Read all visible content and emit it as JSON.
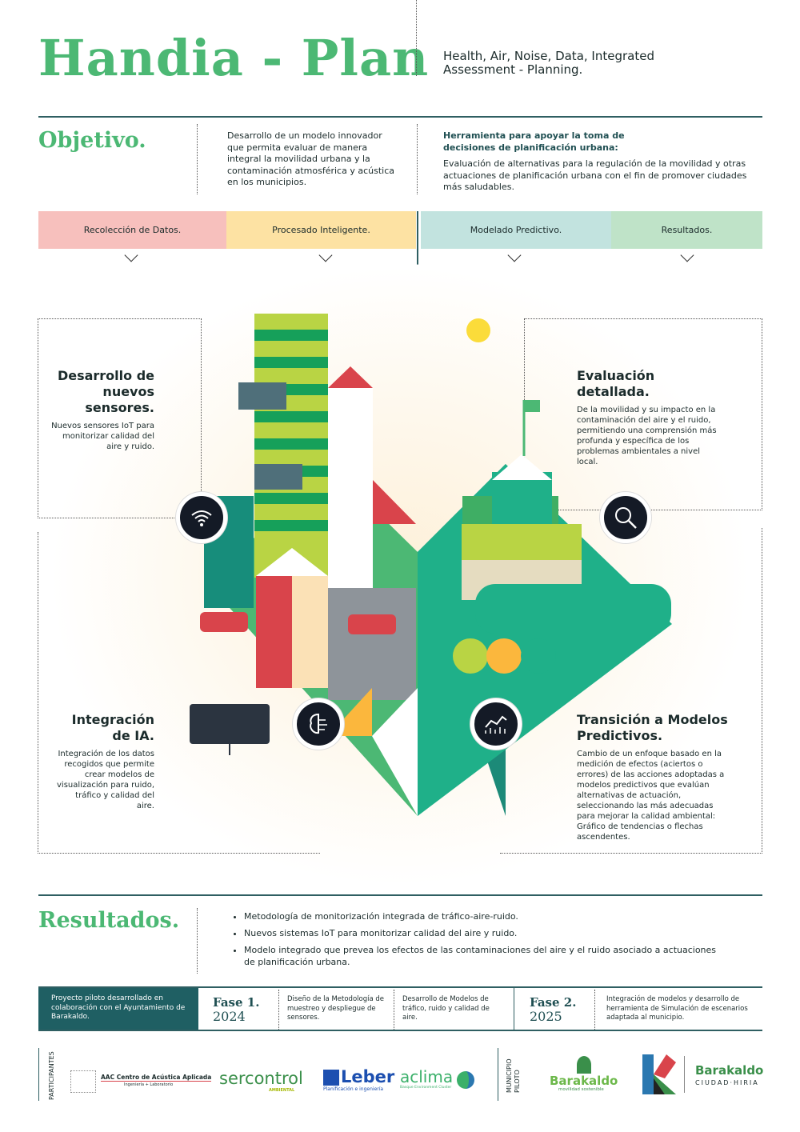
{
  "header": {
    "title": "Handia - Plan",
    "subtitle_line1": "Health, Air, Noise, Data, Integrated",
    "subtitle_line2": "Assessment - Planning."
  },
  "objetivo": {
    "heading": "Objetivo.",
    "text": "Desarrollo de un modelo innovador que permita evaluar de manera integral la movilidad urbana y la contaminación atmosférica y acústica en los municipios.",
    "tool_title": "Herramienta para apoyar la toma de decisiones de planificación urbana:",
    "tool_text": "Evaluación de alternativas para la regulación de la movilidad y otras actuaciones de planificación urbana con el fin de promover ciudades más saludables."
  },
  "phases": [
    {
      "label": "Recolección de Datos.",
      "color": "#f7c0bd"
    },
    {
      "label": "Procesado Inteligente.",
      "color": "#fde2a3"
    },
    {
      "label": "Modelado Predictivo.",
      "color": "#c2e3df"
    },
    {
      "label": "Resultados.",
      "color": "#bfe3c8"
    }
  ],
  "boxes": {
    "sensores": {
      "title": "Desarrollo de nuevos sensores.",
      "text": "Nuevos sensores IoT para monitorizar calidad del aire y ruido."
    },
    "evaluacion": {
      "title": "Evaluación detallada.",
      "text": "De la movilidad y su impacto en la contaminación del aire y el ruido, permitiendo una comprensión más profunda y específica de los problemas ambientales a nivel local."
    },
    "ia": {
      "title": "Integración de IA.",
      "text": "Integración de los datos recogidos que permite crear modelos de visualización para ruido, tráfico y calidad del aire."
    },
    "transicion": {
      "title": "Transición a Modelos Predictivos.",
      "text": "Cambio de un enfoque basado en la medición de efectos (aciertos o errores) de las acciones adoptadas a modelos predictivos que evalúan alternativas de actuación, seleccionando las más adecuadas para mejorar la calidad ambiental: Gráfico de tendencias o flechas ascendentes."
    }
  },
  "resultados": {
    "heading": "Resultados.",
    "items": [
      "Metodología de monitorización integrada de tráfico-aire-ruido.",
      "Nuevos sistemas IoT para monitorizar calidad del aire y ruido.",
      "Modelo integrado que prevea los efectos de las contaminaciones del aire y el ruido asociado a actuaciones de planificación urbana."
    ]
  },
  "footer": {
    "pilot": "Proyecto piloto desarrollado en colaboración con el Ayuntamiento de Barakaldo.",
    "fase1": "Fase 1.",
    "year1": "2024",
    "f1a": "Diseño de la Metodología de muestreo y despliegue de sensores.",
    "f1b": "Desarrollo de Modelos de tráfico, ruido y calidad de aire.",
    "fase2": "Fase 2.",
    "year2": "2025",
    "f2": "Integración de modelos y desarrollo de herramienta de Simulación de escenarios adaptada al municipio."
  },
  "logos": {
    "participantes": "PARTICIPANTES",
    "aac": "AAC Centro de Acústica Aplicada",
    "aac_sub": "Ingeniería + Laboratorio",
    "sercontrol": "sercontrol",
    "sercontrol_sub": "AMBIENTAL",
    "leber": "Leber",
    "leber_sub": "Planificación e ingeniería",
    "aclima": "aclima",
    "aclima_sub": "Basque Environment Cluster",
    "municipio": "MUNICIPIO PILOTO",
    "barakaldo": "Barakaldo",
    "barakaldo_sub": "movilidad sostenible",
    "barakaldo2": "Barakaldo",
    "barakaldo2_sub": "CIUDAD·HIRIA"
  }
}
